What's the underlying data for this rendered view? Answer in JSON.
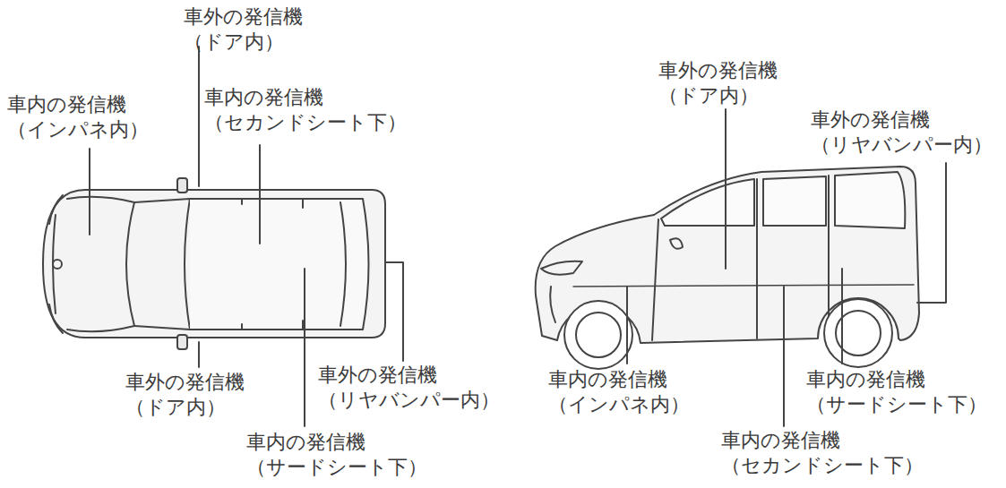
{
  "diagram": {
    "labels": [
      "車外の発信機 （ドア内）",
      "車内の発信機 （インパネ内）",
      "車内の発信機 （セカンドシート下）",
      "車外の発信機 （ドア内）",
      "車外の発信機 （リヤバンパー内）",
      "車内の発信機 （サードシート下）",
      "車外の発信機 （ドア内）",
      "車外の発信機 （リヤバンパー内）",
      "車内の発信機 （インパネ内）",
      "車内の発信機 （サードシート下）",
      "車内の発信機 （セカンドシート下）"
    ]
  }
}
